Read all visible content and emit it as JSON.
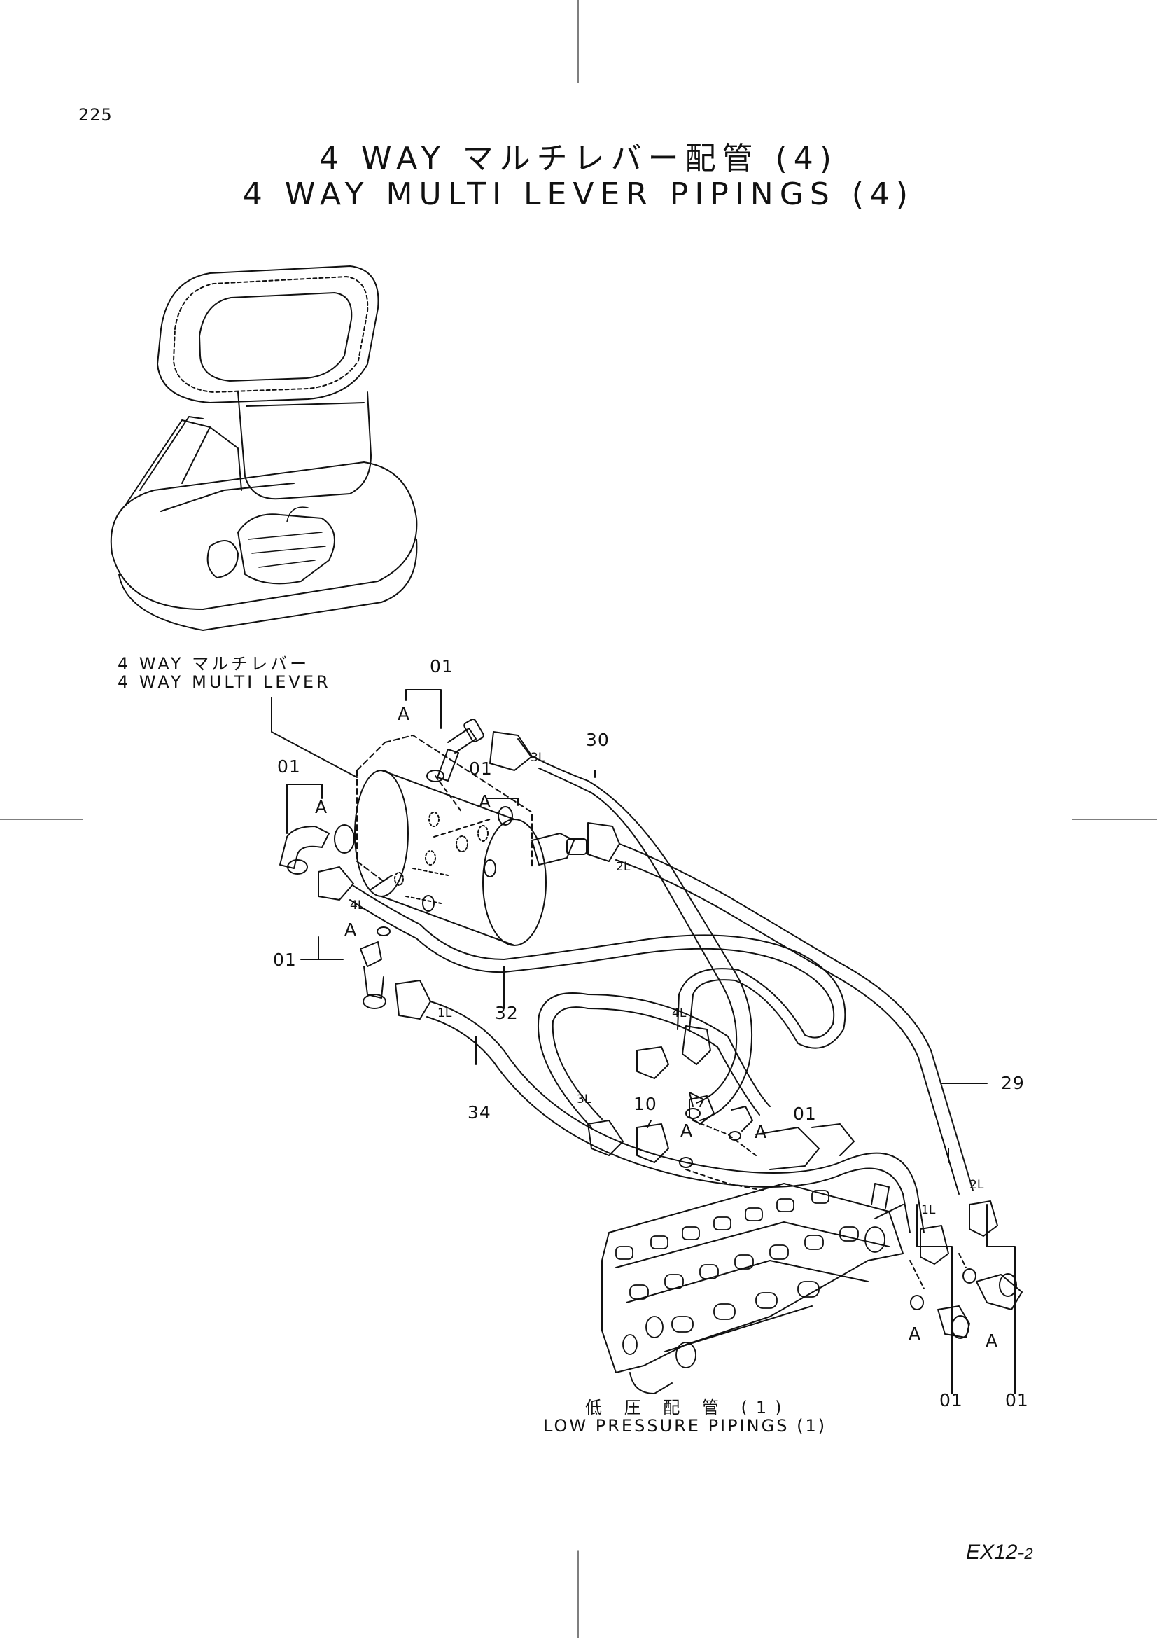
{
  "page": {
    "number": "225",
    "title_ja": "4 WAY マルチレバー配管 (4)",
    "title_en": "4 WAY MULTI LEVER PIPINGS (4)",
    "footer_code": "EX12-",
    "footer_rev": "2"
  },
  "labels": {
    "multi_lever_ja": "4 WAY マルチレバー",
    "multi_lever_en": "4 WAY MULTI LEVER",
    "low_pressure_ja": "低 圧 配 管 (1)",
    "low_pressure_en": "LOW PRESSURE PIPINGS (1)"
  },
  "callouts": {
    "c01_top": "01",
    "c01_left": "01",
    "c01_mid": "01",
    "c01_low": "01",
    "c01_right": "01",
    "c01_bottom_a": "01",
    "c01_bottom_b": "01",
    "c30": "30",
    "c32": "32",
    "c34": "34",
    "c29": "29",
    "c10": "10"
  },
  "markers": {
    "a1": "A",
    "a2": "A",
    "a3": "A",
    "a4": "A",
    "a5": "A",
    "a6": "A",
    "a7": "A",
    "a8": "A"
  },
  "ports": {
    "p3l_top": "3L",
    "p2l_top": "2L",
    "p4l_left": "4L",
    "p1l_left": "1L",
    "p4l_mid": "4L",
    "p3l_low": "3L",
    "p1l_right": "1L",
    "p2l_right": "2L"
  }
}
